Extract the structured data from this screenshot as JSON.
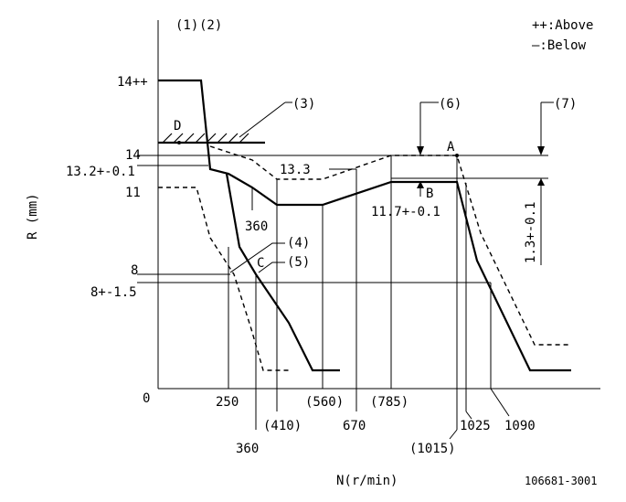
{
  "header": {
    "marker1": "(1)",
    "marker2": "(2)",
    "legend_above": "++:Above",
    "legend_below": "—:Below"
  },
  "axes": {
    "y_label": "R (mm)",
    "x_label": "N(r/min)",
    "origin": "0"
  },
  "y_labels": {
    "y14pp": "14++",
    "y14": "14",
    "y13_2": "13.2+-0.1",
    "y11": "11",
    "y8": "8",
    "y8tol": "8+-1.5"
  },
  "x_labels": {
    "x250": "250",
    "x360b": "360",
    "x410": "(410)",
    "x560": "(560)",
    "x670": "670",
    "x785": "(785)",
    "x1015": "(1015)",
    "x1025": "1025",
    "x1090": "1090"
  },
  "annotations": {
    "n3": "(3)",
    "n4": "(4)",
    "n5": "(5)",
    "n6": "(6)",
    "n7": "(7)",
    "D": "D",
    "A": "A",
    "B": "B",
    "C": "C",
    "v13_3": "13.3",
    "v360": "360",
    "v11_7": "11.7+-0.1",
    "v1_3": "1.3+-0.1"
  },
  "footer": {
    "doc_id": "106681-3001"
  }
}
